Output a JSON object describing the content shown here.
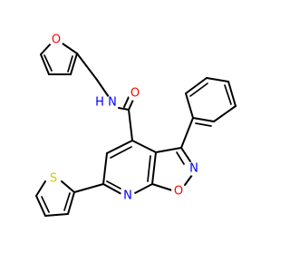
{
  "molecule": {
    "atoms": {
      "O_furan": "O",
      "NH": "N",
      "H_of_NH": "H",
      "O_carbonyl": "O",
      "N_isoxazole": "N",
      "O_isoxazole": "O",
      "N_pyridine": "N",
      "S_thiophene": "S"
    },
    "colors": {
      "O": "#ff0000",
      "N": "#0000ff",
      "S": "#cccc00",
      "bond": "#000000",
      "background": "#ffffff"
    }
  }
}
